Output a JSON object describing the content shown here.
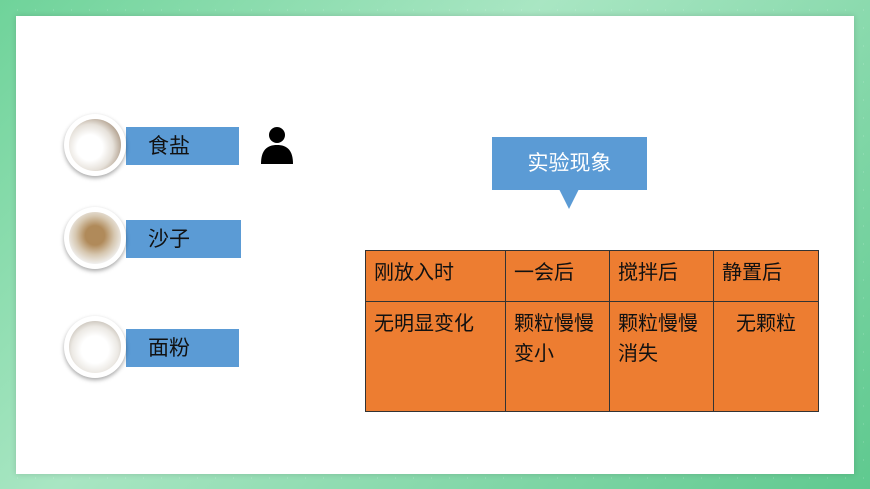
{
  "items": [
    {
      "label": "食盐",
      "image": "salt-in-bowl"
    },
    {
      "label": "沙子",
      "image": "sand-in-bowl"
    },
    {
      "label": "面粉",
      "image": "flour-in-bowl"
    }
  ],
  "icon": "person-icon",
  "callout": {
    "title": "实验现象"
  },
  "table": {
    "headers": [
      "刚放入时",
      "一会后",
      "搅拌后",
      "静置后"
    ],
    "row": [
      "无明显变化",
      "颗粒慢慢变小",
      "颗粒慢慢消失",
      "无颗粒"
    ]
  },
  "colors": {
    "label_blue": "#5b9bd5",
    "table_orange": "#ed7d31",
    "frame_green": "#6fd39a"
  }
}
